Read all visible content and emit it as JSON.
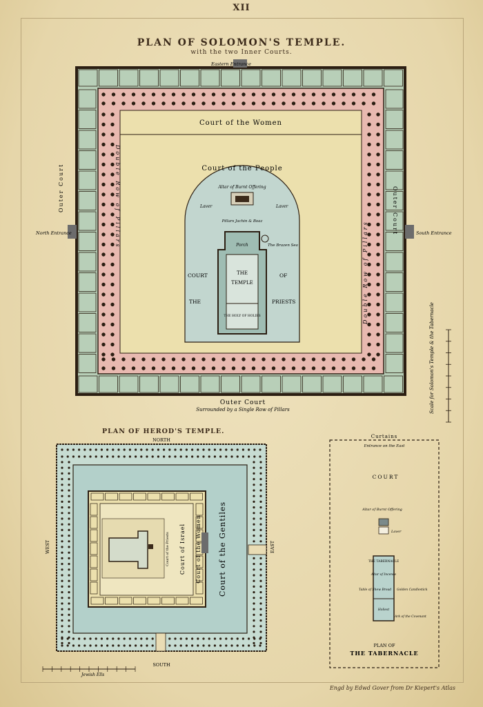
{
  "plate_number": "XII",
  "solomon": {
    "title": "PLAN OF SOLOMON'S TEMPLE.",
    "subtitle": "with the two Inner Courts.",
    "eastern_entrance": "Eastern Entrance",
    "north_entrance": "North Entrance",
    "south_entrance": "South Entrance",
    "court_of_women": "Court of the Women",
    "court_of_people": "Court of the People",
    "altar": "Altar of Burnt Offering",
    "laver_left": "Laver",
    "laver_right": "Laver",
    "pillars": "Pillars Jachin & Boaz",
    "porch": "Porch",
    "brazen_sea": "The Brazen Sea",
    "court_label": "COURT",
    "of_label": "OF",
    "the_label": "THE",
    "priests_label": "PRIESTS",
    "temple_the": "THE",
    "temple_word": "TEMPLE",
    "holy_of_holies": "THE HOLY OF HOLIES",
    "double_row_left": "Double Row of Pillars",
    "double_row_right": "Double Row of Pillars",
    "outer_court_left": "Outer Court",
    "outer_court_right": "Outer Court",
    "outer_court_bottom": "Outer Court",
    "surrounded": "Surrounded by a Single Row of Pillars",
    "scale_label": "Scale for Solomon's Temple & the Tabernacle"
  },
  "herod": {
    "title": "PLAN OF HEROD'S TEMPLE.",
    "north": "NORTH",
    "south": "SOUTH",
    "east": "EAST",
    "west": "WEST",
    "court_gentiles": "Court of the Gentiles",
    "court_women": "Court of the Women",
    "court_israel": "Court of Israel",
    "court_priests": "Court of the Priests",
    "scale_label": "Jewish Ells"
  },
  "tabernacle": {
    "curtains": "Curtains",
    "entrance": "Entrance on the East",
    "court": "COURT",
    "altar": "Altar of Burnt Offering",
    "laver": "Laver",
    "tabernacle_word": "THE TABERNACLE",
    "altar_incense": "Altar of Incense",
    "table": "Table of Shew Bread",
    "candlestick": "Golden Candlestick",
    "holiest": "Holiest",
    "ark": "Ark of the Covenant",
    "plan_of": "PLAN OF",
    "plan_title": "THE TABERNACLE"
  },
  "credit": "Engd by Edwd Gover from Dr Kiepert's Atlas",
  "colors": {
    "outer_court": "#b8cfb8",
    "pillars_row": "#e8b9b0",
    "inner_court": "#ece0ad",
    "temple_court": "#c2d6cf",
    "ink": "#2b1e12",
    "water": "#b9d3cd"
  }
}
